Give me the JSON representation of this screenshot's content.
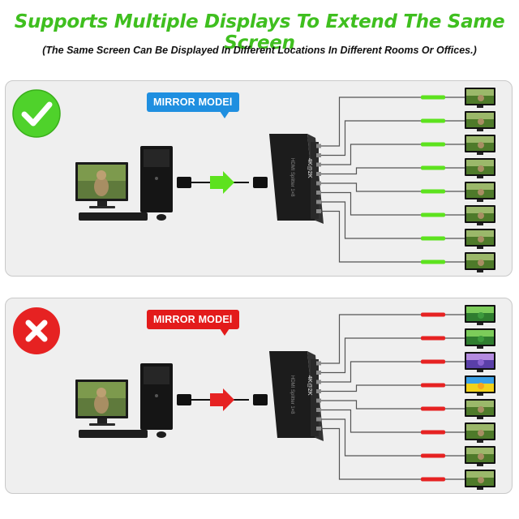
{
  "headline": "Supports Multiple Displays To Extend The Same Screen",
  "subline": "(The Same Screen Can Be Displayed In Different Locations In Different Rooms Or Offices.)",
  "icons": {
    "top": "checkmark-icon",
    "bottom": "cross-icon"
  },
  "colors": {
    "headline_green": "#3fbf1f",
    "callout_blue": "#1f8fe0",
    "callout_red": "#e31b1b",
    "cable_green": "#5de21e",
    "cable_red": "#e62222"
  },
  "panels": {
    "top": {
      "callout": "MIRROR MODEl",
      "splitter_brand": "4K@2K",
      "splitter_model": "HDMI Splitter 1×8",
      "display_count": 8,
      "screens": [
        "cat",
        "cat",
        "cat",
        "cat",
        "cat",
        "cat",
        "cat",
        "cat"
      ]
    },
    "bottom": {
      "callout": "MIRROR MODEl",
      "splitter_brand": "4K@2K",
      "splitter_model": "HDMI Splitter 1×8",
      "display_count": 8,
      "screens": [
        "green-field",
        "green-field",
        "purple-flowers",
        "yellow-abstract",
        "cat",
        "cat",
        "cat",
        "cat"
      ]
    }
  }
}
